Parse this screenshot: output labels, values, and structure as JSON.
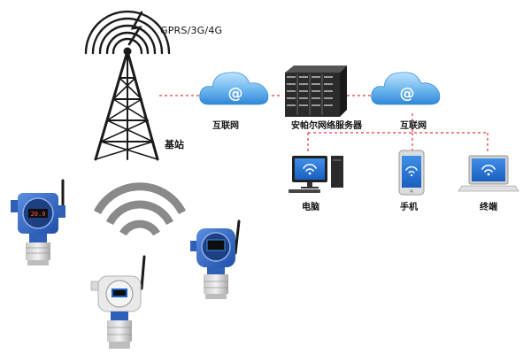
{
  "labels": {
    "signal": "GPRS/3G/4G",
    "base_station": "基站",
    "internet_left": "互联网",
    "server": "安帕尔网络服务器",
    "internet_right": "互联网",
    "computer": "电脑",
    "phone": "手机",
    "terminal": "终端"
  },
  "colors": {
    "cloud": "#4aa3e6",
    "link_line": "#e23a3a",
    "tower": "#1a1a1a",
    "detector": "#2f5fb8",
    "wifi": "#8a8a8a",
    "server": "#2b2b2b"
  },
  "icons": [
    "tower-icon",
    "cloud-at-icon",
    "server-rack-icon",
    "desktop-computer-icon",
    "smartphone-icon",
    "laptop-icon",
    "wifi-signal-icon",
    "gas-detector-icon"
  ]
}
